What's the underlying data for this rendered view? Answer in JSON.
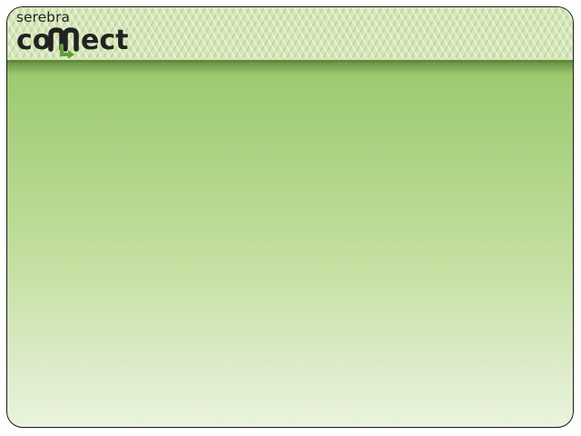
{
  "brand": {
    "small_text": "serebra",
    "word_part1": "co",
    "word_part2": "ect",
    "accent": "#5fa132",
    "text_color": "#222222"
  },
  "colors": {
    "header_pattern": "#d6e7b9",
    "header_rule": "#5f8a3a",
    "body_top": "#92c35d",
    "body_bottom": "#eaf3df"
  }
}
